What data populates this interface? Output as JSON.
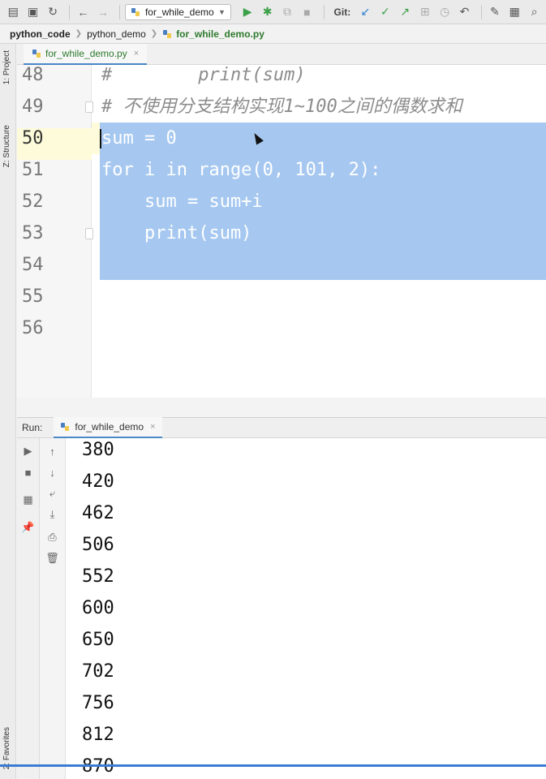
{
  "toolbar": {
    "run_config": "for_while_demo",
    "git_label": "Git:"
  },
  "breadcrumb": {
    "project": "python_code",
    "folder": "python_demo",
    "file": "for_while_demo.py"
  },
  "side_tabs": {
    "project": "1: Project",
    "structure": "Z: Structure",
    "favorites": "2: Favorites"
  },
  "editor_tab": {
    "label": "for_while_demo.py"
  },
  "editor": {
    "current_line": 50,
    "lines": [
      {
        "num": "48",
        "code": "#        print(sum)"
      },
      {
        "num": "49",
        "code": "# 不使用分支结构实现1~100之间的偶数求和"
      },
      {
        "num": "50",
        "code": "sum = 0"
      },
      {
        "num": "51",
        "code": "for i in range(0, 101, 2):"
      },
      {
        "num": "52",
        "code": "    sum = sum+i"
      },
      {
        "num": "53",
        "code": "    print(sum)"
      },
      {
        "num": "54",
        "code": ""
      },
      {
        "num": "55",
        "code": ""
      },
      {
        "num": "56",
        "code": ""
      }
    ]
  },
  "run_panel": {
    "title": "Run:",
    "tab_label": "for_while_demo",
    "output": [
      "380",
      "420",
      "462",
      "506",
      "552",
      "600",
      "650",
      "702",
      "756",
      "812",
      "870"
    ]
  },
  "colors": {
    "selection": "#a6c8f0",
    "current_line": "#fdfbd9",
    "run_green": "#3aa046",
    "accent_blue": "#3b7bd4"
  }
}
